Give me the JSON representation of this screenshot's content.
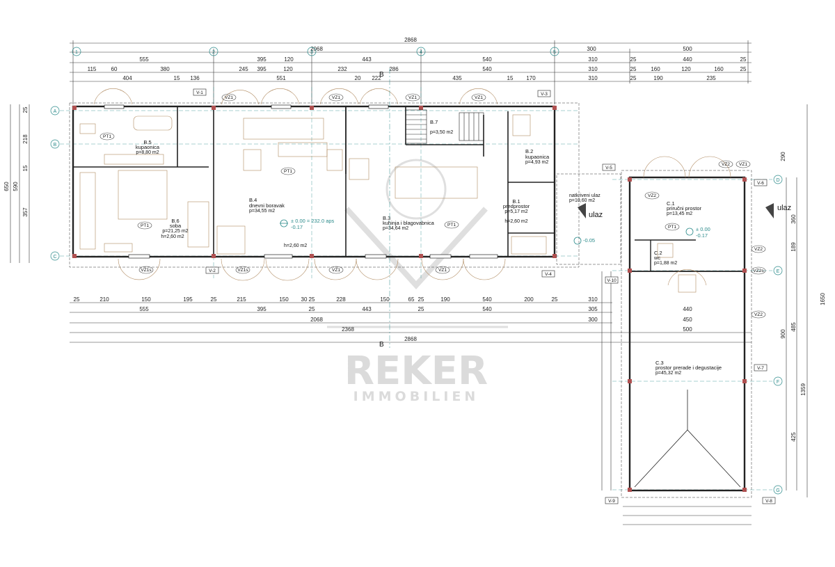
{
  "plan": {
    "axes": {
      "rows": [
        "A",
        "B",
        "C",
        "D",
        "E",
        "F",
        "G"
      ],
      "cols": [
        "1",
        "2",
        "3",
        "4",
        "5"
      ]
    },
    "top_dims": {
      "overall": "2868",
      "row2": [
        "2068",
        "300",
        "500"
      ],
      "row3": [
        "555",
        "395",
        "120",
        "443",
        "540",
        "310",
        "25",
        "440",
        "25"
      ],
      "row4": [
        "115",
        "60",
        "380",
        "245",
        "395",
        "120",
        "232",
        "286",
        "540",
        "310",
        "25",
        "160",
        "120",
        "160",
        "25"
      ],
      "row5": [
        "404",
        "15",
        "136",
        "551",
        "20",
        "222",
        "435",
        "15",
        "170",
        "310",
        "25",
        "190",
        "235"
      ]
    },
    "bottom_dims": {
      "row1": [
        "25",
        "210",
        "150",
        "195",
        "25",
        "215",
        "150",
        "30",
        "25",
        "228",
        "150",
        "65",
        "25",
        "190",
        "540",
        "200",
        "25",
        "310"
      ],
      "row2": [
        "555",
        "395",
        "25",
        "443",
        "25",
        "540",
        "305",
        "440"
      ],
      "overall1": "2068",
      "overall2": "2368",
      "overall3": "2868",
      "right1": [
        "300",
        "450"
      ],
      "right2": [
        "500"
      ]
    },
    "left_dims": [
      "650",
      "590",
      "357",
      "218",
      "15",
      "25"
    ],
    "right_dims": [
      "290",
      "900",
      "1650",
      "1359",
      "485",
      "425",
      "189",
      "360"
    ],
    "rooms": [
      {
        "id": "B.5",
        "name": "kupaonica",
        "area": "p=8,80 m2"
      },
      {
        "id": "B.4",
        "name": "dnevni boravak",
        "area": "p=34,55 m2",
        "height": "h=2,60 m2"
      },
      {
        "id": "B.3",
        "name": "kuhinja i blagovabnica",
        "area": "p=34,64 m2"
      },
      {
        "id": "B.6",
        "name": "soba",
        "area": "p=21,25 m2",
        "height": "h=2,60 m2"
      },
      {
        "id": "B.7",
        "name": "",
        "area": "p=3,50 m2"
      },
      {
        "id": "B.2",
        "name": "kupaonica",
        "area": "p=4,93 m2"
      },
      {
        "id": "B.1",
        "name": "predprostor",
        "area": "p=5,17 m2",
        "height": "h=2,60 m2"
      },
      {
        "id": "C.1",
        "name": "priručni prostor",
        "area": "p=13,45 m2"
      },
      {
        "id": "C.2",
        "name": "wc",
        "area": "p=1,88 m2"
      },
      {
        "id": "C.3",
        "name": "prostor prerade i degustacije",
        "area": "p=45,32 m2"
      },
      {
        "id": "",
        "name": "natkriveni ulaz",
        "area": "p=10,60 m2"
      }
    ],
    "levels": {
      "main": "± 0.00 = 232.0 aps",
      "main_sub": "-0.17",
      "annex": "± 0.00",
      "annex_sub": "-0.17",
      "entry": "-0.05"
    },
    "entrances": [
      "ulaz",
      "ulaz"
    ],
    "section_marks": [
      "V-1",
      "V-2",
      "V-3",
      "V-4",
      "V-5",
      "V-6",
      "V-7",
      "V-8",
      "V-9",
      "V-10"
    ],
    "window_tags": [
      "VZ1",
      "VZ1",
      "VZ1",
      "VZ1",
      "VZ1s",
      "VZ1",
      "VZ1",
      "VZ1s",
      "VZ2",
      "VZ2",
      "VZ2",
      "VZ2",
      "VZ2s",
      "VZ1"
    ],
    "floor_tags": [
      "PT1",
      "PT1",
      "PT1",
      "PT1",
      "PT1"
    ],
    "section_line": [
      "B",
      "B"
    ],
    "watermark": {
      "line1": "REKER",
      "line2": "IMMOBILIEN"
    }
  }
}
